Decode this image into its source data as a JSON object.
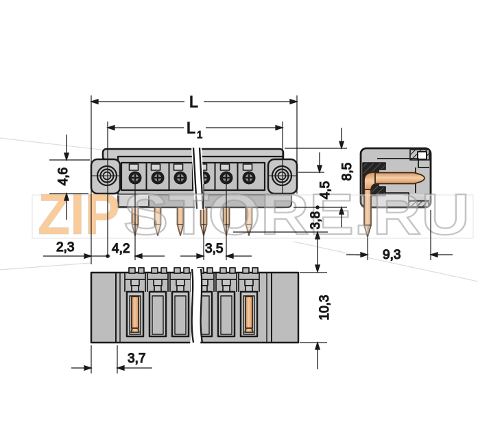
{
  "drawing": {
    "dims": {
      "total_length": "L",
      "inner_length_base": "L",
      "inner_length_sub": "1",
      "flange_height": "4,6",
      "body_height": "8,5",
      "front_height": "4,5",
      "pin_protrusion": "3,8",
      "edge_to_hole": "2,3",
      "hole_to_first_pin": "4,2",
      "pin_pitch": "3,5",
      "side_depth": "9,3",
      "footprint_edge_offset": "3,7",
      "footprint_height": "10,3"
    },
    "watermark": {
      "accent": "ZIP",
      "rest": "STORE.RU"
    },
    "colors": {
      "copper": "#e9ab7c",
      "body_gray": "#c4c4c4",
      "lip_gray": "#a6a6a6",
      "ink": "#1a1a1a",
      "watermark_orange": "#f8be80"
    }
  }
}
